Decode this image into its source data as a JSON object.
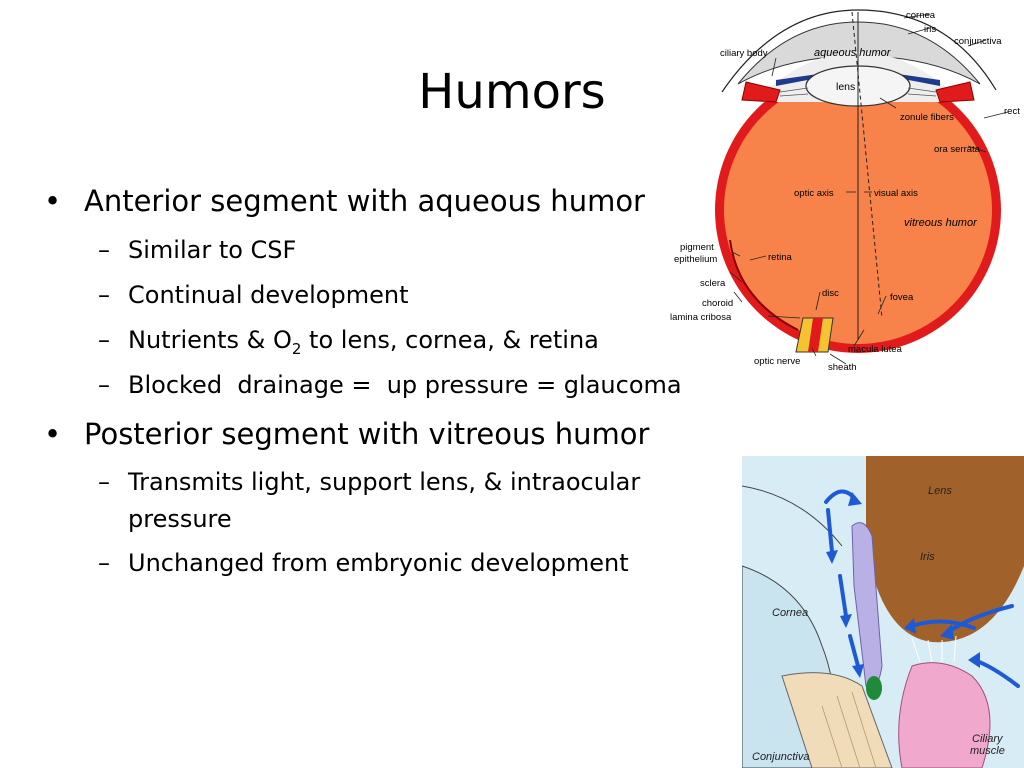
{
  "slide": {
    "title": "Humors",
    "bullets": [
      {
        "text": "Anterior segment with aqueous humor",
        "subs": [
          {
            "text": "Similar to CSF"
          },
          {
            "text": "Continual development"
          },
          {
            "pre": "Nutrients & O",
            "sub": "2",
            "post": " to lens, cornea, & retina"
          },
          {
            "text": "Blocked  drainage =  up pressure = glaucoma"
          }
        ]
      },
      {
        "text": "Posterior segment with vitreous humor",
        "subs": [
          {
            "line1": "Transmits light, support lens, & intraocular",
            "line2": "pressure"
          },
          {
            "text": "Unchanged from embryonic development"
          }
        ]
      }
    ],
    "bullet_symbol": "•",
    "dash_symbol": "–"
  },
  "eye_diagram": {
    "labels": {
      "cornea": "cornea",
      "iris": "iris",
      "conjunctiva": "conjunctiva",
      "ciliary_body": "ciliary body",
      "aqueous_humor": "aqueous humor",
      "lens": "lens",
      "rect": "rect",
      "zonule_fibers": "zonule fibers",
      "ora_serrata": "ora serrata",
      "optic_axis": "optic axis",
      "visual_axis": "visual axis",
      "vitreous_humor": "vitreous humor",
      "pigment": "pigment",
      "epithelium": "epithelium",
      "retina": "retina",
      "sclera": "sclera",
      "disc": "disc",
      "fovea": "fovea",
      "choroid": "choroid",
      "lamina_cribosa": "lamina cribosa",
      "optic_nerve": "optic nerve",
      "macula_lutea": "macula lutea",
      "sheath": "sheath"
    },
    "colors": {
      "vitreous": "#f7834a",
      "sclera_ring": "#e11b1b",
      "cornea": "#d9d9d9"
    }
  },
  "angle_diagram": {
    "labels": {
      "lens": "Lens",
      "iris": "Iris",
      "cornea": "Cornea",
      "ciliary": "Ciliary",
      "muscle": "muscle",
      "conjunctiva": "Conjunctiva"
    },
    "colors": {
      "arrows": "#1f5ad6",
      "lens": "#a0622a",
      "iris": "#b9b0e6",
      "ciliary": "#f0a8cc"
    }
  }
}
